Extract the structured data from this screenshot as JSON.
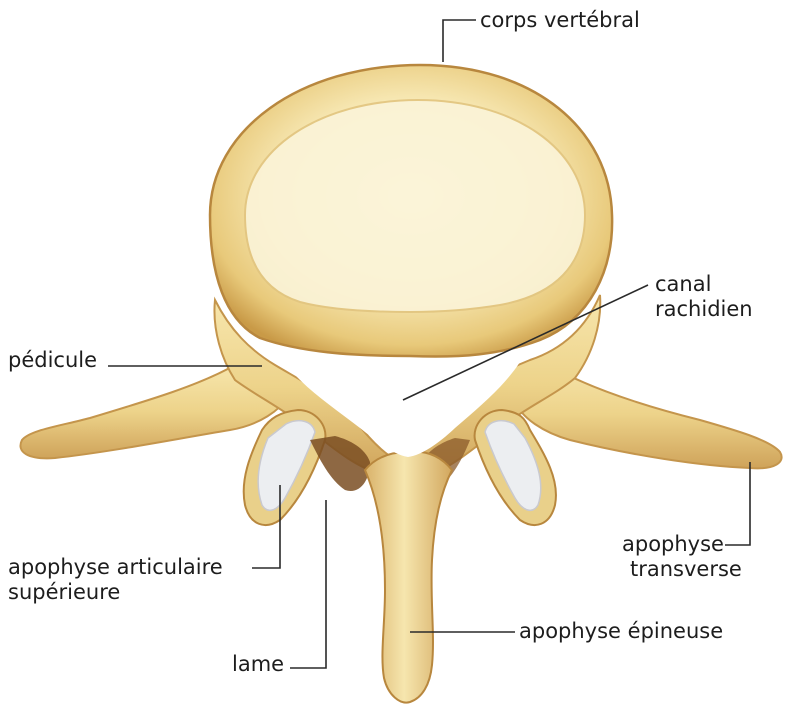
{
  "labels": {
    "corps": "corps vertébral",
    "canal_1": "canal",
    "canal_2": "rachidien",
    "pedicule": "pédicule",
    "apo_art_1": "apophyse articulaire",
    "apo_art_2": "supérieure",
    "apo_trans_1": "apophyse",
    "apo_trans_2": "transverse",
    "apo_epi": "apophyse épineuse",
    "lame": "lame"
  },
  "colors": {
    "bone_light": "#fbf1c9",
    "bone_mid": "#efd690",
    "bone_dark": "#c99a47",
    "shadow": "#7a4e22",
    "cartilage": "#ecedf0",
    "leader_line": "#2a2a2a"
  }
}
